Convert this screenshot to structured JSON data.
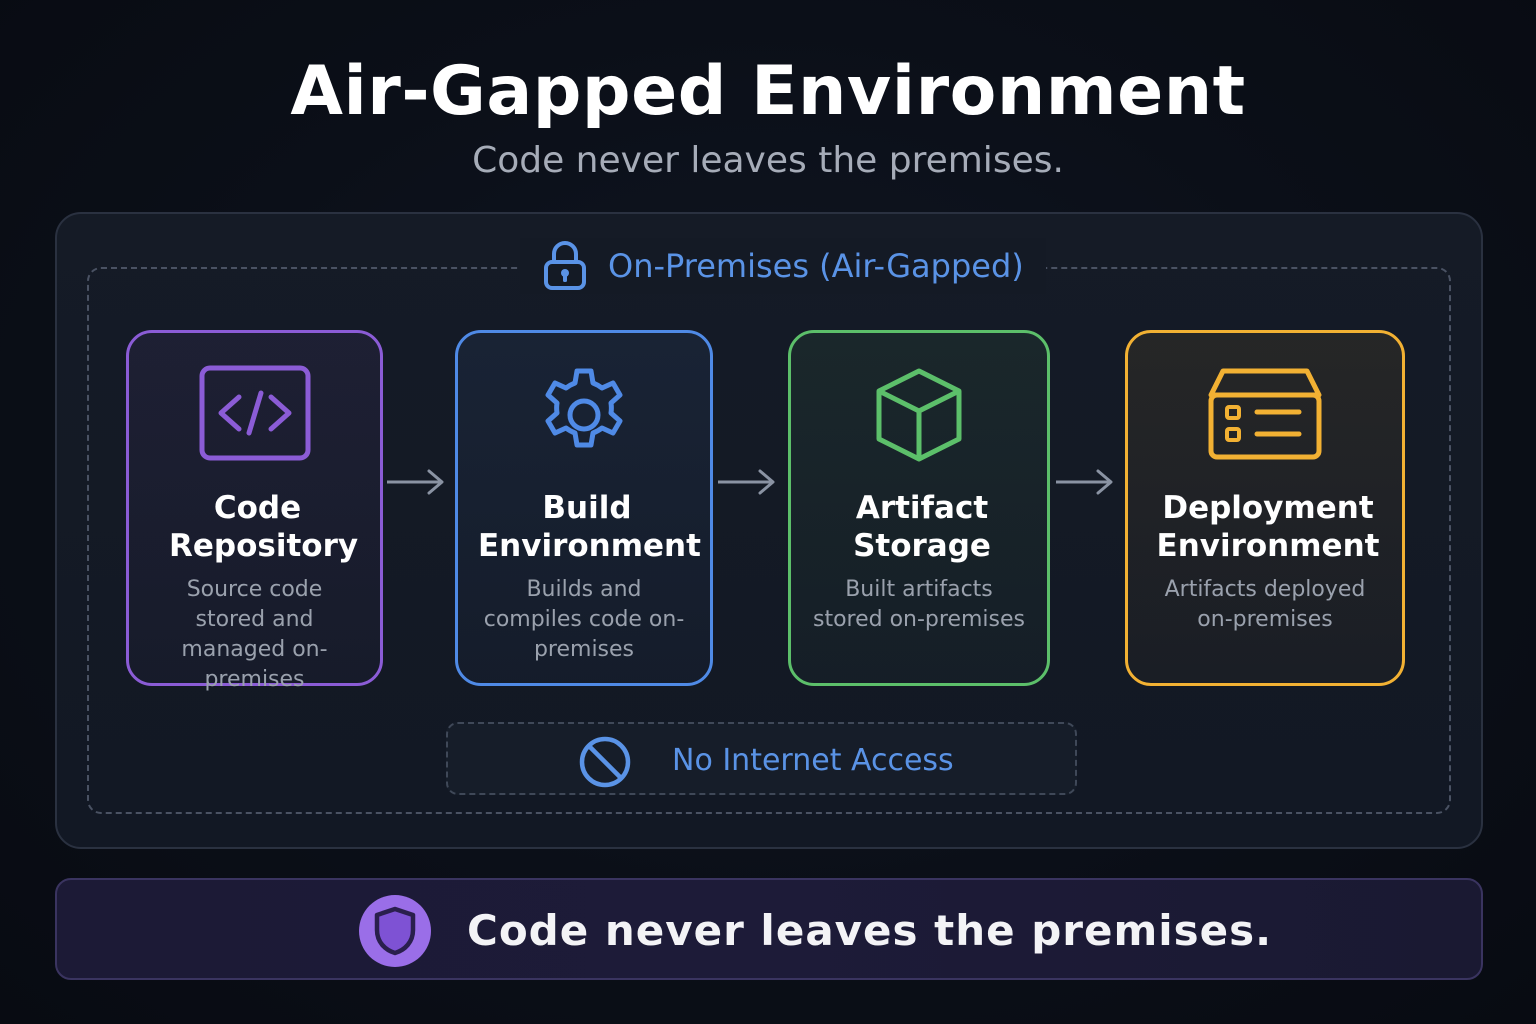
{
  "header": {
    "title": "Air-Gapped Environment",
    "subtitle": "Code never leaves the premises."
  },
  "zone": {
    "label": "On-Premises (Air-Gapped)",
    "icon": "lock-icon",
    "color": "#5a93e6"
  },
  "stages": [
    {
      "name": "Code Repository",
      "description": "Source code stored and managed on-premises",
      "icon": "code-icon",
      "color": "#8b5cd6"
    },
    {
      "name": "Build Environment",
      "description": "Builds and compiles code on-premises",
      "icon": "gear-icon",
      "color": "#4f8ae6"
    },
    {
      "name": "Artifact Storage",
      "description": "Built artifacts stored on-premises",
      "icon": "cube-icon",
      "color": "#5cbf6a"
    },
    {
      "name": "Deployment Environment",
      "description": "Artifacts deployed on-premises",
      "icon": "server-icon",
      "color": "#f2b133"
    }
  ],
  "no_internet": {
    "label": "No Internet Access",
    "icon": "ban-icon"
  },
  "footer": {
    "text": "Code never leaves the premises.",
    "icon": "shield-icon",
    "accent": "#9a6ee8"
  }
}
